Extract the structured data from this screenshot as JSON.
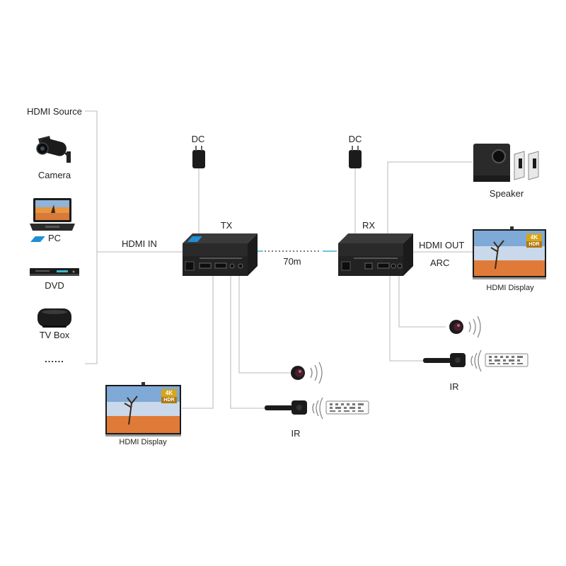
{
  "source": {
    "title": "HDMI Source",
    "items": [
      "Camera",
      "PC",
      "DVD",
      "TV Box"
    ],
    "more": "......"
  },
  "tx": {
    "label": "TX",
    "dc": "DC",
    "hdmi_in": "HDMI IN",
    "display": "HDMI Display",
    "ir": "IR"
  },
  "link": {
    "distance": "70m"
  },
  "rx": {
    "label": "RX",
    "dc": "DC",
    "hdmi_out": "HDMI OUT",
    "arc": "ARC",
    "speaker": "Speaker",
    "display": "HDMI Display",
    "ir": "IR"
  },
  "badges": {
    "resolution": "4K",
    "hdr": "HDR"
  },
  "colors": {
    "cable": "#c8c8c8",
    "link": "#3bb8d0",
    "device": "#2a2a2a",
    "accent": "#1e8fd6"
  },
  "icons": [
    "camera-icon",
    "laptop-icon",
    "dvd-player-icon",
    "tv-box-icon",
    "dc-adapter-icon",
    "extender-icon",
    "tv-display-icon",
    "speaker-icon",
    "ir-receiver-icon",
    "ir-emitter-icon",
    "remote-control-icon"
  ]
}
